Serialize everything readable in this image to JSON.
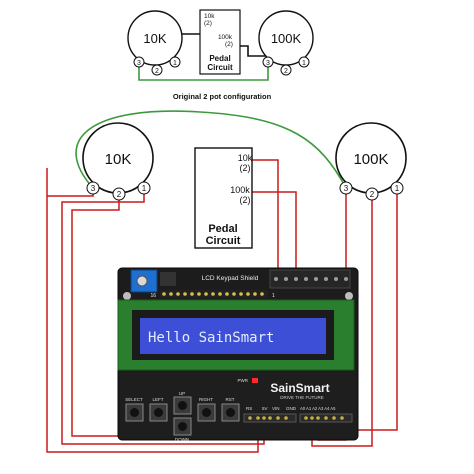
{
  "top": {
    "pot_left_label": "10K",
    "pot_right_label": "100K",
    "circuit_pin1_label": "10k",
    "circuit_pin1_num": "(2)",
    "circuit_pin2_label": "100k",
    "circuit_pin2_num": "(2)",
    "circuit_name_line1": "Pedal",
    "circuit_name_line2": "Circuit",
    "pin_3": "3",
    "pin_2": "2",
    "pin_1": "1",
    "caption": "Original 2 pot configuration"
  },
  "bottom": {
    "pot_left_label": "10K",
    "pot_right_label": "100K",
    "circuit_pin1_label": "10k",
    "circuit_pin1_num": "(2)",
    "circuit_pin2_label": "100k",
    "circuit_pin2_num": "(2)",
    "circuit_name_line1": "Pedal",
    "circuit_name_line2": "Circuit",
    "pin_3": "3",
    "pin_2": "2",
    "pin_1": "1"
  },
  "shield": {
    "title": "LCD Keypad Shield",
    "display_text": "Hello SainSmart",
    "brand": "SainSmart",
    "tagline": "DRIVE THE FUTURE",
    "btn_select": "SELECT",
    "btn_left": "LEFT",
    "btn_up": "UP",
    "btn_down": "DOWN",
    "btn_right": "RIGHT",
    "btn_rst": "RST",
    "pwr_label": "PWR",
    "pin_16": "16",
    "pin_1": "1",
    "rs_label": "RS",
    "vin_label": "VIN",
    "analog_label": "A0 A1 A2 A3 A4 A5",
    "v5_label": "5V",
    "gnd_label": "GND"
  },
  "colors": {
    "wire_red": "#cc1a1a",
    "wire_green": "#3c9a3c",
    "wire_black": "#111111",
    "pcb": "#1a1a1a",
    "lcd_bezel": "#2a7f2e",
    "lcd_screen": "#3c4fd6",
    "lcd_text": "#e6ecff"
  }
}
